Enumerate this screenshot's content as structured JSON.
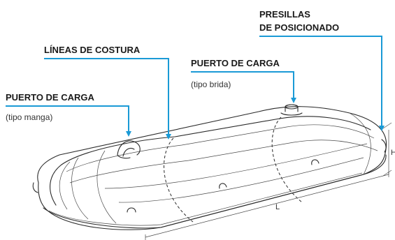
{
  "labels": {
    "presillas_line1": "PRESILLAS",
    "presillas_line2": "DE POSICIONADO",
    "lineas_costura": "LÍNEAS DE COSTURA",
    "puerto_brida_title": "PUERTO DE CARGA",
    "puerto_brida_sub": "(tipo brida)",
    "puerto_manga_title": "PUERTO DE CARGA",
    "puerto_manga_sub": "(tipo manga)"
  },
  "dimensions": {
    "length": "L",
    "height": "H"
  },
  "colors": {
    "leader": "#1a9ad6",
    "ink": "#2a2a2a",
    "text": "#1a1a1a"
  }
}
